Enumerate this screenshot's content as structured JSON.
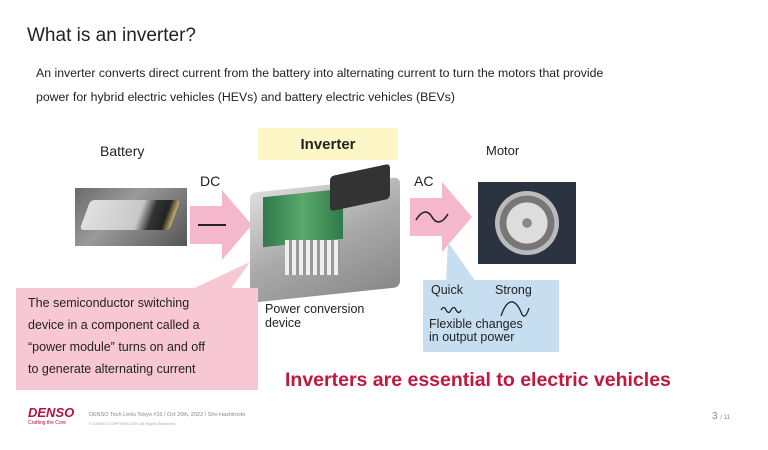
{
  "title": "What is an inverter?",
  "subtitle": [
    "An inverter converts direct current from the battery into alternating current to turn the motors that provide",
    "power for hybrid electric vehicles (HEVs) and battery electric vehicles (BEVs)"
  ],
  "diagram": {
    "battery_label": "Battery",
    "inverter_label": "Inverter",
    "motor_label": "Motor",
    "dc_label": "DC",
    "ac_label": "AC",
    "device_caption": [
      "Power conversion",
      "device"
    ],
    "semiconductor_callout": [
      "The semiconductor switching",
      "device in a component called a",
      "“power module” turns on and off",
      "to generate alternating current"
    ],
    "output_callout": {
      "quick": "Quick",
      "strong": "Strong",
      "text": [
        "Flexible changes",
        "in output power"
      ]
    },
    "arrow_color": "#f4b7cc",
    "tagline": "Inverters are essential to electric vehicles",
    "tagline_color": "#c2173f"
  },
  "footer": {
    "logo": "DENSO",
    "logo_tagline": "Crafting the Core",
    "meta": "DENSO Tech Links Tokyo #16 / Oct 20th, 2022 / Sho Hashimoto",
    "copyright": "© DENSO CORPORATION. All Rights Reserved.",
    "page": "3",
    "total": "/ 11"
  }
}
